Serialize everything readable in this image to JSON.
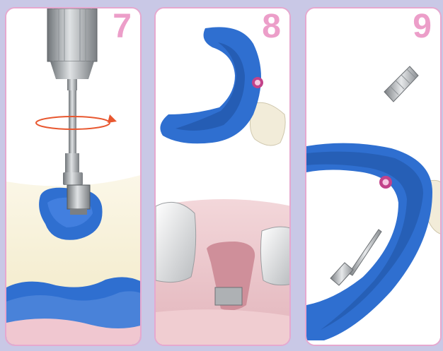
{
  "panels": [
    {
      "number": "7"
    },
    {
      "number": "8"
    },
    {
      "number": "9"
    }
  ],
  "colors": {
    "background": "#c9c8e6",
    "panel_border": "#e6a8cf",
    "step_number": "#ec9ec9",
    "tray_blue": "#2f6fd0",
    "gum_pink": "#e9c3c8",
    "bone": "#f4eecd",
    "metal": "#b0b3b6"
  },
  "icons": [
    "torque-driver-icon",
    "impression-tray-icon",
    "implant-analog-icon",
    "screw-driver-icon",
    "rotation-arrow-icon",
    "screw-head-icon"
  ]
}
